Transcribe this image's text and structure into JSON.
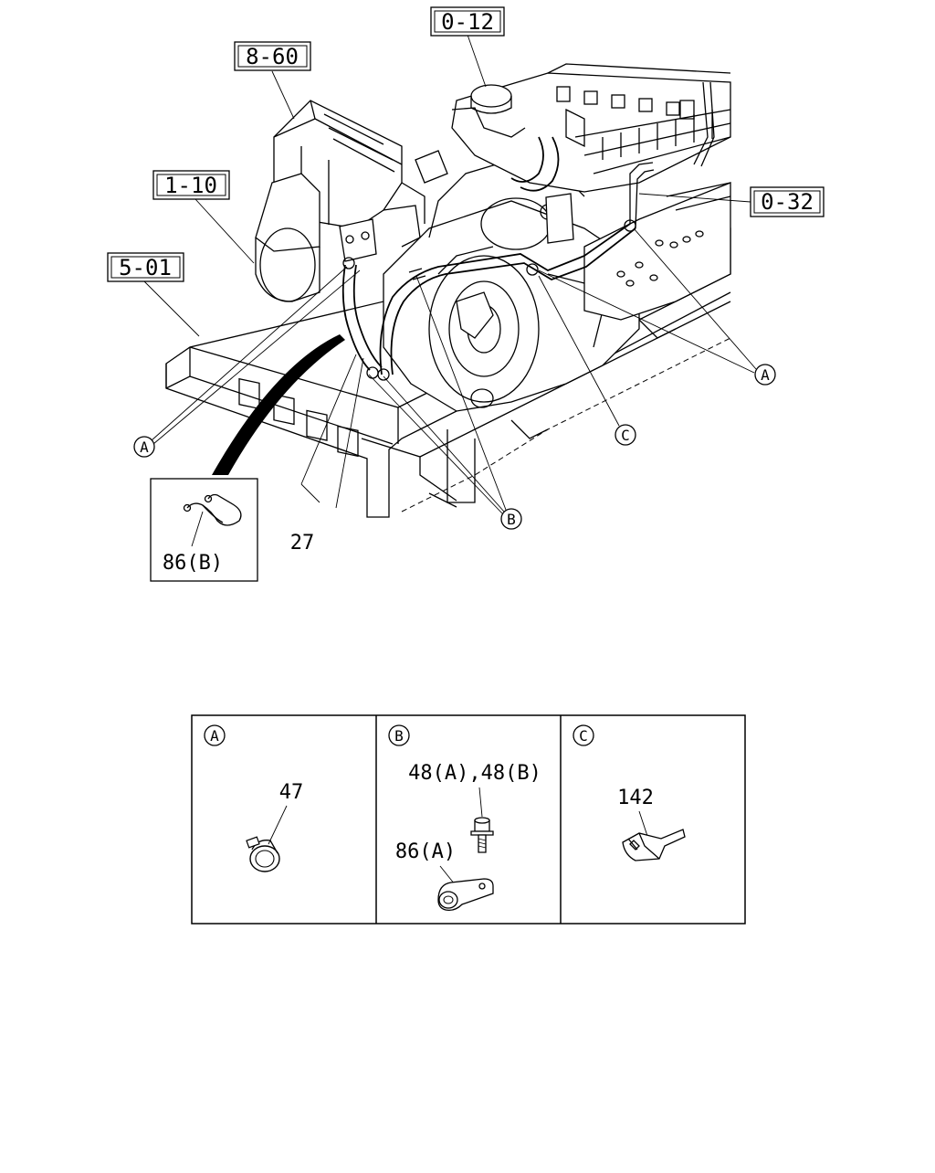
{
  "references": {
    "ref_0_12": "0-12",
    "ref_8_60": "8-60",
    "ref_1_10": "1-10",
    "ref_5_01": "5-01",
    "ref_0_32": "0-32"
  },
  "callouts": {
    "a": "A",
    "b": "B",
    "c": "C"
  },
  "part_labels": {
    "part_27": "27",
    "part_86b": "86(B)"
  },
  "detail_table": {
    "panel_a": {
      "marker": "A",
      "part": "47"
    },
    "panel_b": {
      "marker": "B",
      "part_bolt": "48(A),48(B)",
      "part_clip": "86(A)"
    },
    "panel_c": {
      "marker": "C",
      "part": "142"
    }
  }
}
